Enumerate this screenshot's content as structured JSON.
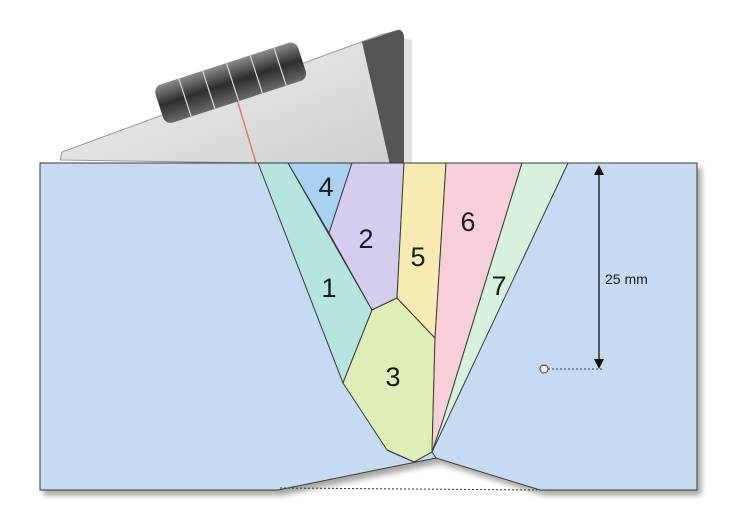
{
  "zones": [
    {
      "id": "1",
      "label": "1",
      "color": "#b6e4e1"
    },
    {
      "id": "2",
      "label": "2",
      "color": "#d6cdee"
    },
    {
      "id": "3",
      "label": "3",
      "color": "#dfedb6"
    },
    {
      "id": "4",
      "label": "4",
      "color": "#a9d2f1"
    },
    {
      "id": "5",
      "label": "5",
      "color": "#f7ebb2"
    },
    {
      "id": "6",
      "label": "6",
      "color": "#f7cfd8"
    },
    {
      "id": "7",
      "label": "7",
      "color": "#d6f1dc"
    }
  ],
  "colors": {
    "base_metal": "#c5dbf1",
    "probe_body": "#dadada",
    "probe_face": "#555555",
    "beam_line": "#e07a6a",
    "outline": "#3a3a3a"
  },
  "dimension": {
    "label": "25 mm"
  },
  "icons": [
    "probe-knob-icon",
    "reference-hole-icon"
  ]
}
